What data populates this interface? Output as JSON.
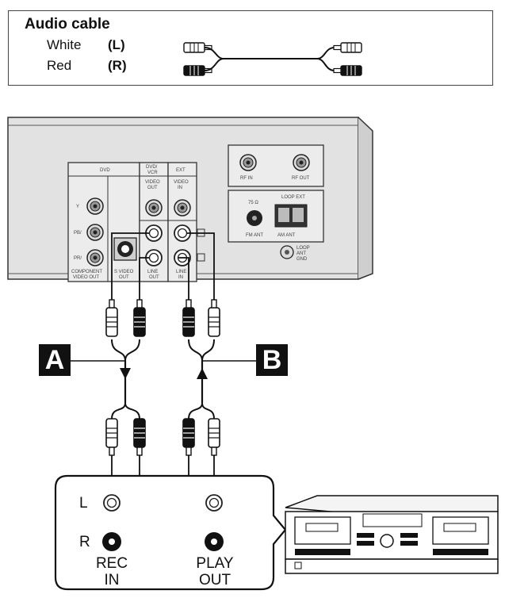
{
  "legend": {
    "title": "Audio cable",
    "white_label": "White",
    "white_channel": "(L)",
    "red_label": "Red",
    "red_channel": "(R)"
  },
  "callouts": {
    "a": "A",
    "b": "B"
  },
  "deck": {
    "l_label": "L",
    "r_label": "R",
    "rec_label": "REC\nIN",
    "play_label": "PLAY\nOUT"
  },
  "rear_panel": {
    "section_dvd": "DVD",
    "section_dvd_vcr": "DVD/\nVCR",
    "section_ext": "EXT",
    "video_out": "VIDEO\nOUT",
    "video_in": "VIDEO\nIN",
    "y": "Y",
    "pb": "PB/",
    "pr": "PR/",
    "component": "COMPONENT\nVIDEO OUT",
    "s_video": "S VIDEO\nOUT",
    "line_out": "LINE\nOUT",
    "line_in": "LINE\nIN",
    "rf_in": "RF IN",
    "rf_out": "RF OUT",
    "ohm": "75 Ω",
    "fm_ant": "FM ANT",
    "loop_ext": "LOOP  EXT",
    "am_ant": "AM ANT",
    "gnd": "LOOP\nANT\nGND"
  },
  "colors": {
    "line": "#111111",
    "panel": "#e6e6e6",
    "panel_border": "#333333"
  }
}
